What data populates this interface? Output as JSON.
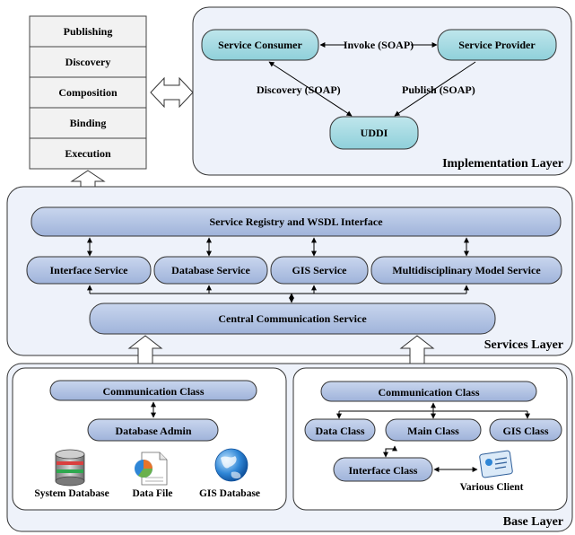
{
  "stack": {
    "items": [
      "Publishing",
      "Discovery",
      "Composition",
      "Binding",
      "Execution"
    ]
  },
  "implementation": {
    "title": "Implementation Layer",
    "service_consumer": "Service Consumer",
    "service_provider": "Service Provider",
    "uddi": "UDDI",
    "invoke": "Invoke (SOAP)",
    "discovery": "Discovery (SOAP)",
    "publish": "Publish (SOAP)"
  },
  "services": {
    "title": "Services Layer",
    "registry": "Service Registry and WSDL Interface",
    "interface_service": "Interface Service",
    "database_service": "Database Service",
    "gis_service": "GIS Service",
    "model_service": "Multidisciplinary Model Service",
    "central": "Central Communication Service"
  },
  "base": {
    "title": "Base Layer",
    "left": {
      "comm": "Communication Class",
      "db_admin": "Database Admin",
      "system_db": "System Database",
      "data_file": "Data File",
      "gis_db": "GIS Database"
    },
    "right": {
      "comm": "Communication Class",
      "data_class": "Data Class",
      "main_class": "Main Class",
      "gis_class": "GIS Class",
      "interface_class": "Interface Class",
      "various_client": "Various Client"
    }
  },
  "colors": {
    "pill_fill": "#b4c6e7",
    "panel_fill": "#eef2fa",
    "stack_fill": "#f2f2f2"
  }
}
